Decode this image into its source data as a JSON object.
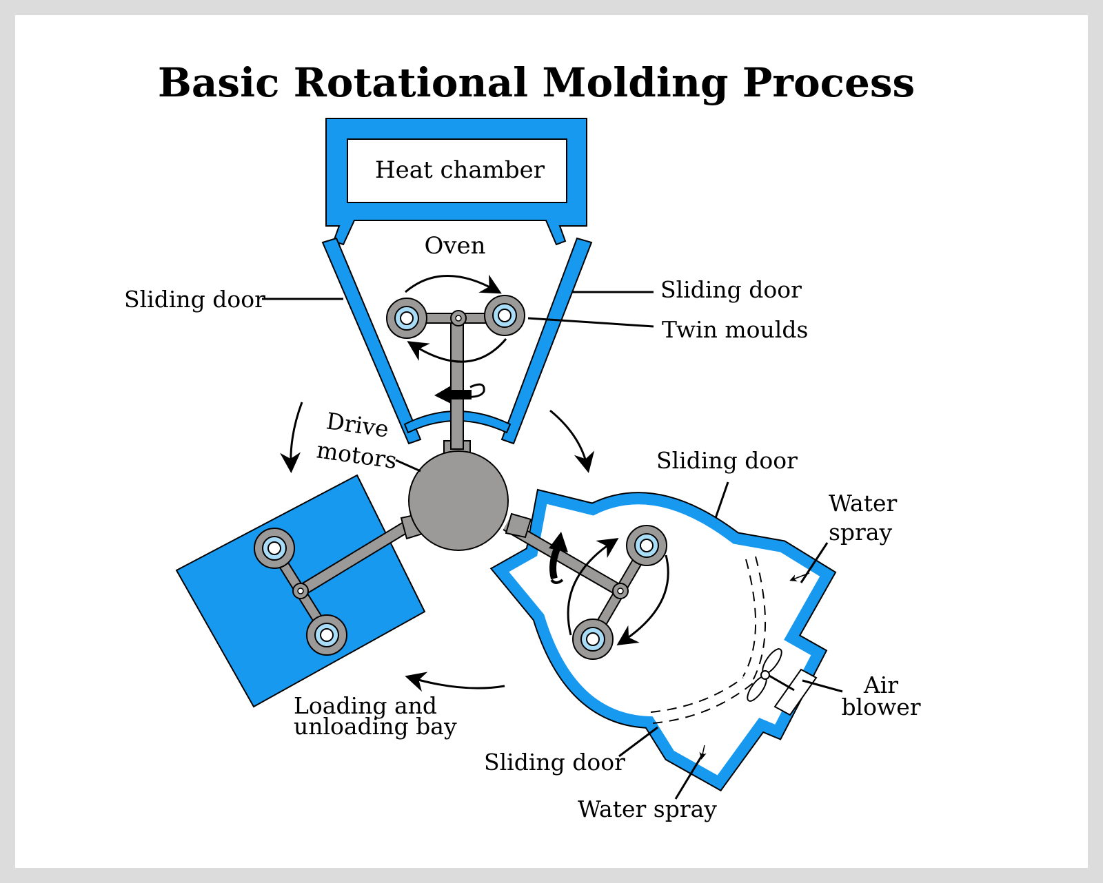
{
  "title": "Basic Rotational Molding Process",
  "colors": {
    "chamber_blue": "#1899f0",
    "mould_fill": "#9c9a99",
    "mould_core": "#a9dcf6",
    "frame": "#dcdcdc"
  },
  "labels": {
    "heat_chamber": "Heat chamber",
    "oven": "Oven",
    "sliding_door_left": "Sliding door",
    "sliding_door_right": "Sliding door",
    "twin_moulds": "Twin moulds",
    "drive_motors_line1": "Drive",
    "drive_motors_line2": "motors",
    "sliding_door_cooling_top": "Sliding door",
    "water_spray_line1": "Water",
    "water_spray_line2": "spray",
    "air_blower_line1": "Air",
    "air_blower_line2": "blower",
    "loading_line1": "Loading and",
    "loading_line2": "unloading bay",
    "sliding_door_bottom": "Sliding door",
    "water_spray_bottom": "Water spray"
  },
  "icons": [
    "rotation-arrow-icon",
    "fan-icon",
    "mould-icon"
  ]
}
